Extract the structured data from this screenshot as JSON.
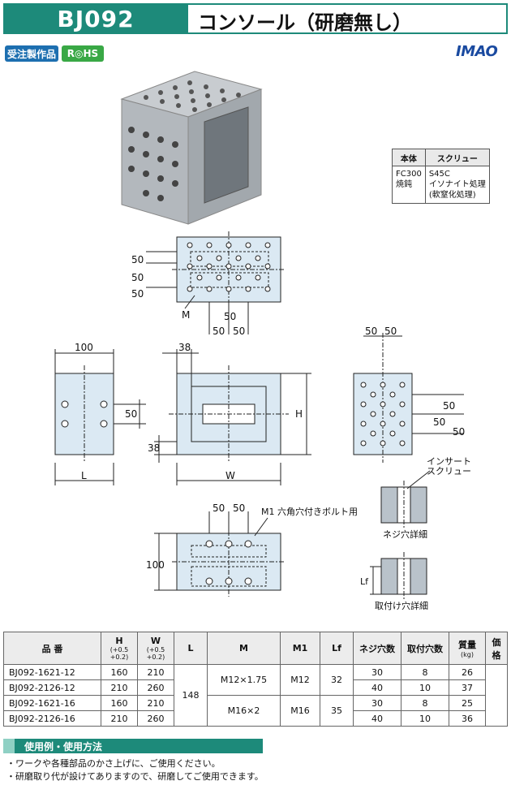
{
  "header": {
    "code": "BJ092",
    "title": "コンソール（研磨無し）",
    "badge_order": "受注製作品",
    "badge_rohs": "R◎HS",
    "brand": "IMAO"
  },
  "material_table": {
    "headers": [
      "本体",
      "スクリュー"
    ],
    "body_lines": [
      "FC300",
      "焼鈍"
    ],
    "screw_lines": [
      "S45C",
      "イソナイト処理",
      "(軟窒化処理)"
    ]
  },
  "drawing_labels": {
    "fifty": "50",
    "hundred": "100",
    "thirtyeight": "38",
    "m": "M",
    "l": "L",
    "w": "W",
    "h": "H",
    "lf": "Lf",
    "m1_note": "M1 六角穴付きボルト用",
    "insert_line1": "インサート",
    "insert_line2": "スクリュー",
    "screw_hole_detail": "ネジ穴詳細",
    "mount_hole_detail": "取付け穴詳細"
  },
  "spec_table": {
    "headers": {
      "part_no": "品 番",
      "h": "H",
      "h_tol": "(+0.5 +0.2)",
      "w": "W",
      "w_tol": "(+0.5 +0.2)",
      "l": "L",
      "m": "M",
      "m1": "M1",
      "lf": "Lf",
      "screw_holes": "ネジ穴数",
      "mount_holes": "取付穴数",
      "mass": "質量",
      "mass_unit": "(kg)",
      "price": "価 格"
    },
    "rows": [
      {
        "part_no": "BJ092-1621-12",
        "h": "160",
        "w": "210",
        "screw_holes": "30",
        "mount_holes": "8",
        "mass": "26"
      },
      {
        "part_no": "BJ092-2126-12",
        "h": "210",
        "w": "260",
        "screw_holes": "40",
        "mount_holes": "10",
        "mass": "37"
      },
      {
        "part_no": "BJ092-1621-16",
        "h": "160",
        "w": "210",
        "screw_holes": "30",
        "mount_holes": "8",
        "mass": "25"
      },
      {
        "part_no": "BJ092-2126-16",
        "h": "210",
        "w": "260",
        "screw_holes": "40",
        "mount_holes": "10",
        "mass": "36"
      }
    ],
    "l_value": "148",
    "group1": {
      "m": "M12×1.75",
      "m1": "M12",
      "lf": "32"
    },
    "group2": {
      "m": "M16×2",
      "m1": "M16",
      "lf": "35"
    }
  },
  "usage": {
    "title": "使用例・使用方法",
    "line1": "・ワークや各種部品のかさ上げに、ご使用ください。",
    "line2": "・研磨取り代が設けてありますので、研磨してご使用できます。"
  }
}
